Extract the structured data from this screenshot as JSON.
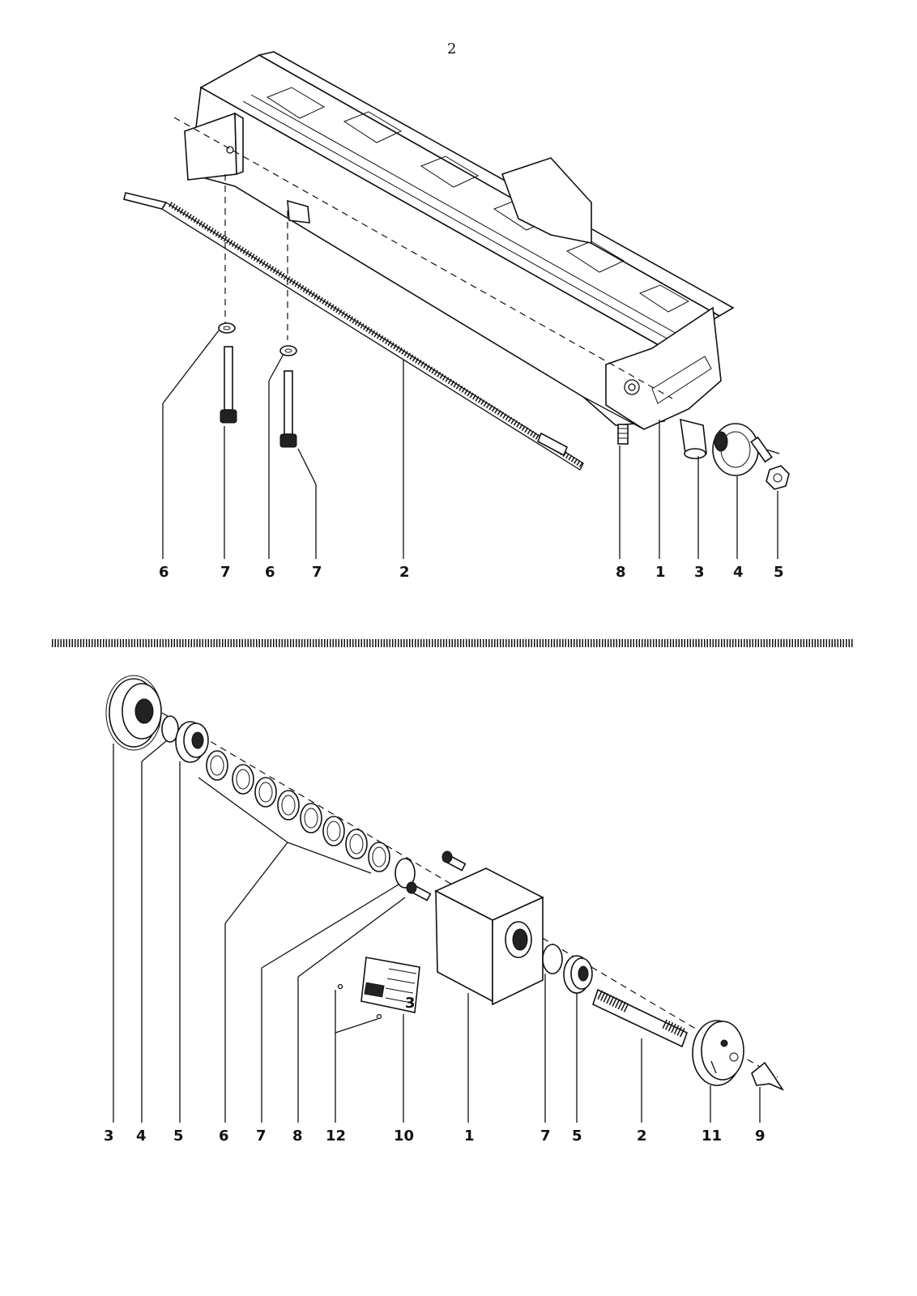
{
  "page_number": "2",
  "top_diagram": {
    "labels": [
      "6",
      "7",
      "6",
      "7",
      "2",
      "8",
      "1",
      "3",
      "4",
      "5"
    ]
  },
  "bottom_diagram": {
    "labels": [
      "3",
      "4",
      "5",
      "6",
      "7",
      "8",
      "12",
      "10",
      "1",
      "7",
      "5",
      "2",
      "11",
      "9"
    ],
    "nameplate_text": "3"
  }
}
